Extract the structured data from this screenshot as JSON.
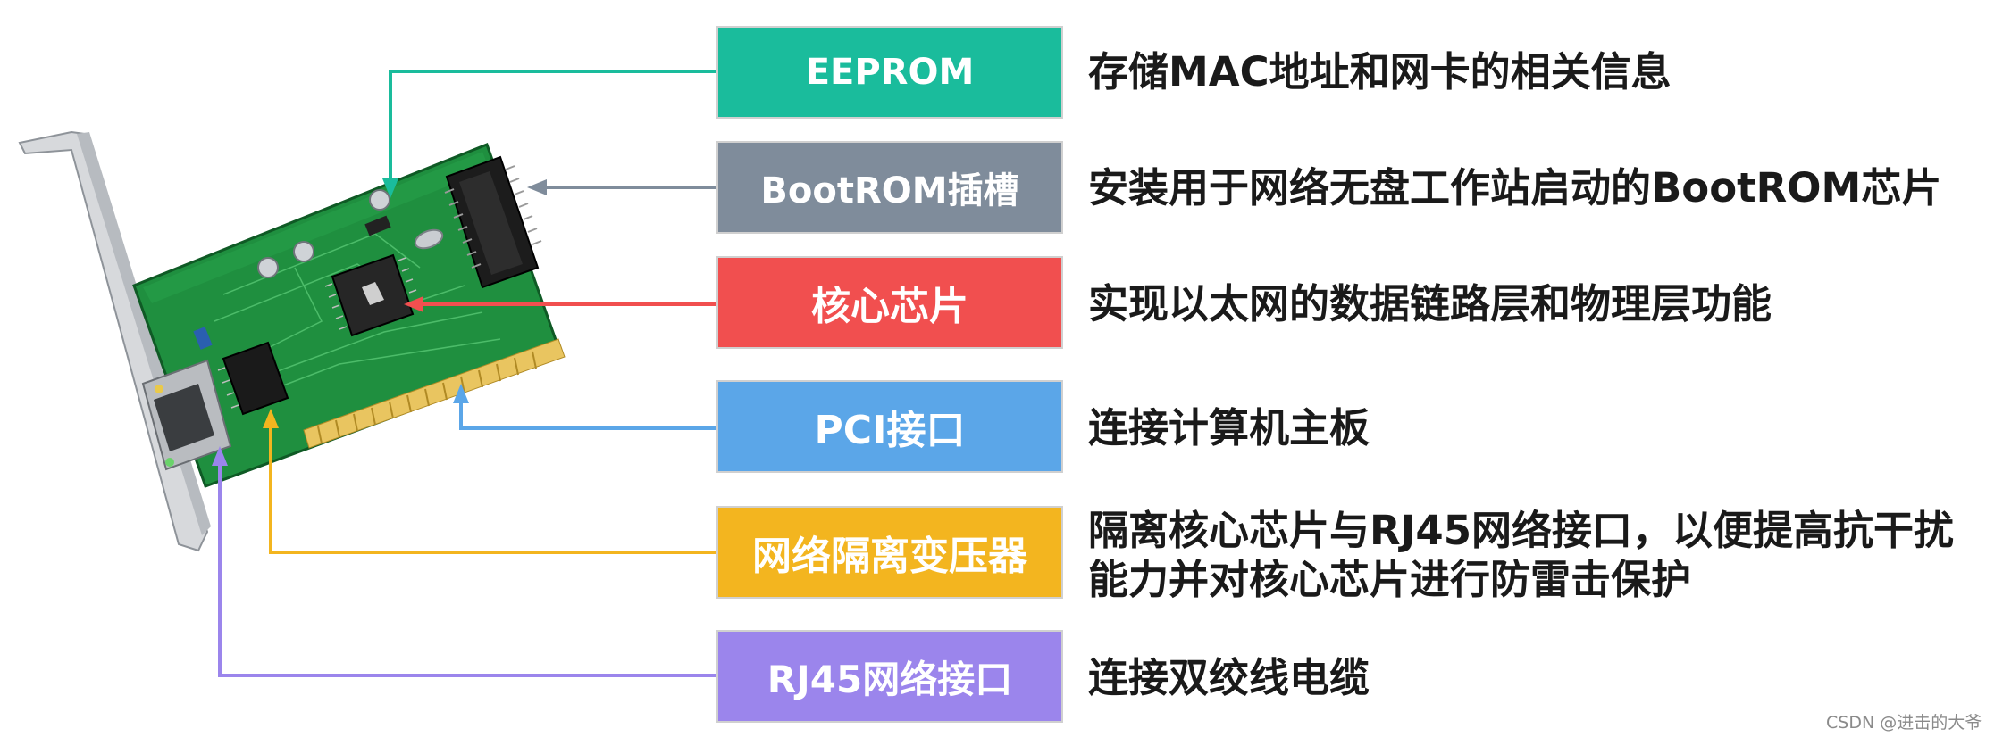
{
  "colors": {
    "eeprom": "#1abc9c",
    "bootrom": "#7f8c9b",
    "core": "#f14f4f",
    "pci": "#5ba6e8",
    "transformer": "#f3b51f",
    "rj45": "#9b85ec"
  },
  "components": [
    {
      "label": "EEPROM",
      "description": [
        "存储MAC地址和网卡的相关信息"
      ]
    },
    {
      "label": "BootROM插槽",
      "description": [
        "安装用于网络无盘工作站启动的BootROM芯片"
      ]
    },
    {
      "label": "核心芯片",
      "description": [
        "实现以太网的数据链路层和物理层功能"
      ]
    },
    {
      "label": "PCI接口",
      "description": [
        "连接计算机主板"
      ]
    },
    {
      "label": "网络隔离变压器",
      "description": [
        "隔离核心芯片与RJ45网络接口，以便提高抗干扰",
        "能力并对核心芯片进行防雷击保护"
      ]
    },
    {
      "label": "RJ45网络接口",
      "description": [
        "连接双绞线电缆"
      ]
    }
  ],
  "watermark": "CSDN @进击的大爷"
}
